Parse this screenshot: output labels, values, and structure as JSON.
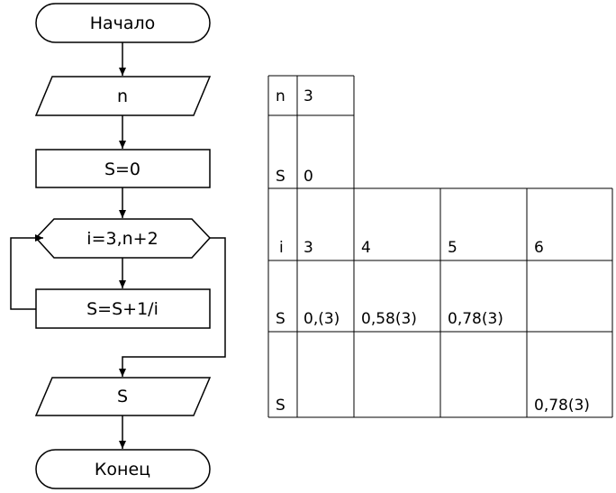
{
  "flowchart": {
    "start": "Начало",
    "input": "n",
    "init": "S=0",
    "loop": "i=3,n+2",
    "body": "S=S+1/i",
    "output": "S",
    "end": "Конец"
  },
  "trace_table": {
    "rows": [
      {
        "label": "n",
        "cells": [
          "3"
        ]
      },
      {
        "label": "S",
        "cells": [
          "0"
        ]
      },
      {
        "label": "i",
        "cells": [
          "3",
          "4",
          "5",
          "6"
        ]
      },
      {
        "label": "S",
        "cells": [
          "0,(3)",
          "0,58(3)",
          "0,78(3)",
          ""
        ]
      },
      {
        "label": "S",
        "cells": [
          "",
          "",
          "",
          "0,78(3)"
        ]
      }
    ]
  }
}
